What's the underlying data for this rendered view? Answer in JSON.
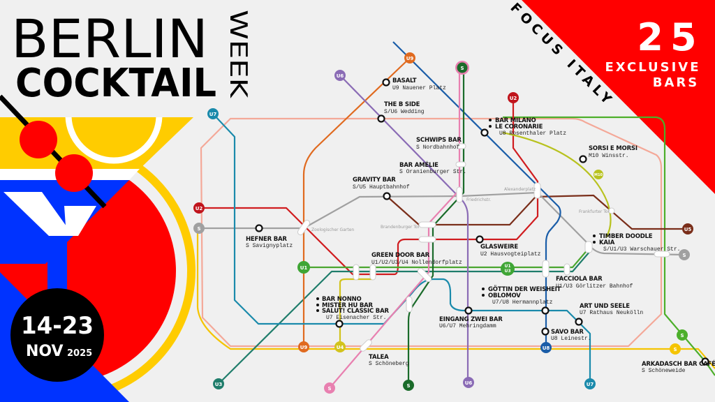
{
  "branding": {
    "line1": "BERLIN",
    "line2": "COCKTAIL",
    "line3": "WEEK"
  },
  "dates": {
    "range": "14-23",
    "month": "NOV",
    "year": "2025"
  },
  "focus": "FOCUS ITALY",
  "promo": {
    "count": "25",
    "line1": "EXCLUSIVE",
    "line2": "BARS"
  },
  "colors": {
    "red": "#ff0000",
    "yellow": "#ffcc00",
    "blue": "#0033ff",
    "bg": "#f0f0f0"
  },
  "line_badges": {
    "u1": "U1",
    "u2": "U2",
    "u3": "U3",
    "u4": "U4",
    "u5": "U5",
    "u6": "U6",
    "u7": "U7",
    "u8": "U8",
    "u9": "U9",
    "u1u3": "U1\nU3",
    "m10": "M10",
    "s": "S"
  },
  "interchanges": [
    "Zoologischer Garten",
    "Brandenburger Tor",
    "Friedrichstr.",
    "Alexanderplatz",
    "Frankfurter Tor"
  ],
  "stops": [
    {
      "bars": [
        "BASALT"
      ],
      "station": "U9 Nauener Platz"
    },
    {
      "bars": [
        "THE B SIDE"
      ],
      "station": "S/U6 Wedding"
    },
    {
      "bars": [
        "BAR MILANO",
        "LE CORONARIE"
      ],
      "station": "U8 Rosenthaler Platz"
    },
    {
      "bars": [
        "SCHWIPS BAR"
      ],
      "station": "S Nordbahnhof"
    },
    {
      "bars": [
        "BAR AMÉLIE"
      ],
      "station": "S Oranienburger Str."
    },
    {
      "bars": [
        "SORSI E MORSI"
      ],
      "station": "M10 Winsstr."
    },
    {
      "bars": [
        "GRAVITY BAR"
      ],
      "station": "S/U5 Hauptbahnhof"
    },
    {
      "bars": [
        "HEFNER BAR"
      ],
      "station": "S Savignyplatz"
    },
    {
      "bars": [
        "TIMBER DOODLE",
        "KAIA"
      ],
      "station": "S/U1/U3 Warschauer Str."
    },
    {
      "bars": [
        "GLASWEIRE"
      ],
      "station": "U2 Hausvogteiplatz"
    },
    {
      "bars": [
        "GREEN DOOR BAR"
      ],
      "station": "U1/U2/U3/U4 Nollendorfplatz"
    },
    {
      "bars": [
        "FACCIOLA BAR"
      ],
      "station": "U1/U3 Görlitzer Bahnhof"
    },
    {
      "bars": [
        "GÖTTIN DER WEISHEIT",
        "OBLOMOV"
      ],
      "station": "U7/U8 Hermannplatz"
    },
    {
      "bars": [
        "BAR NONNO",
        "MISTER HU BAR",
        "SALUT! CLASSIC BAR"
      ],
      "station": "U7 Eisenacher Str."
    },
    {
      "bars": [
        "ART UND SEELE"
      ],
      "station": "U7 Rathaus Neukölln"
    },
    {
      "bars": [
        "EINGANG ZWEI BAR"
      ],
      "station": "U6/U7 Mehringdamm"
    },
    {
      "bars": [
        "SAVO BAR"
      ],
      "station": "U8 Leinestr."
    },
    {
      "bars": [
        "TALEA"
      ],
      "station": "S Schöneberg"
    },
    {
      "bars": [
        "ARKADASCH BAR CAFÉ"
      ],
      "station": "S Schöneweide"
    }
  ]
}
